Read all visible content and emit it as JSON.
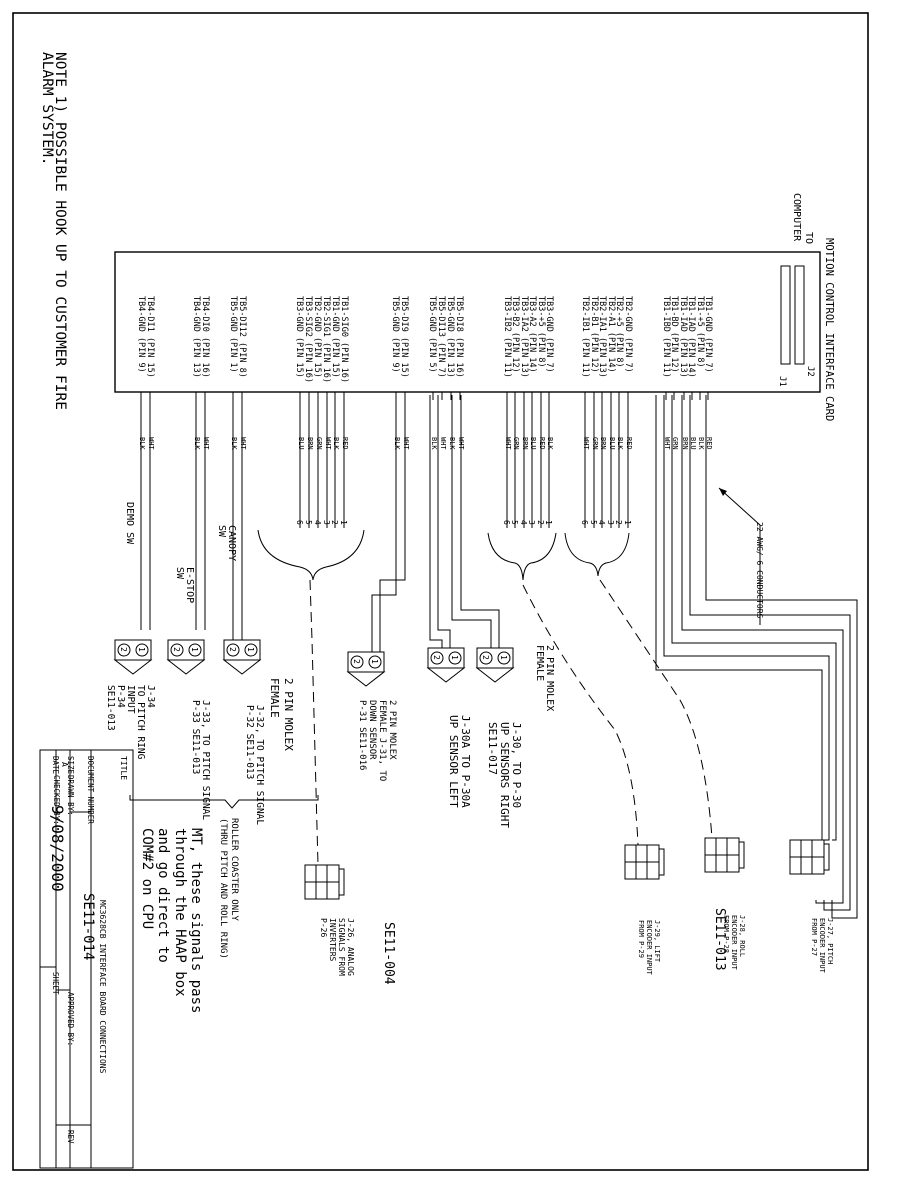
{
  "note": {
    "line1": "NOTE 1) POSSIBLE HOOK UP TO CUSTOMER FIRE",
    "line2": "ALARM SYSTEM."
  },
  "board": {
    "title": "MOTION CONTROL INTERFACE CARD",
    "to_computer_1": "TO",
    "to_computer_2": "COMPUTER",
    "j2": "J2",
    "j1": "J1"
  },
  "pins": [
    "TB1-GND (PIN 7)",
    "TB1-+5 (PIN 8)",
    "TB1-IAD (PIN 14)",
    "TB1-IAD (PIN 13)",
    "TB1-BD (PIN 12)",
    "TB1-IBD (PIN 11)",
    "TB2-GND (PIN 7)",
    "TB2-+5 (PIN 8)",
    "TB2-A1 (PIN 14)",
    "TB2-IA1 (PIN 13)",
    "TB2-B1 (PIN 12)",
    "TB2-IB1 (PIN 11)",
    "TB3-GND (PIN 7)",
    "TB3-+5 (PIN 8)",
    "TB3-A2 (PIN 14)",
    "TB3-IA2 (PIN 13)",
    "TB3-B2 (PIN 12)",
    "TB3-IB2 (PIN 11)",
    "TB5-DI8 (PIN 16)",
    "TB5-GND (PIN 13)",
    "TB5-DI13 (PIN 7)",
    "TB5-GND (PIN 5)",
    "TB5-DI9 (PIN 15)",
    "TB5-GND (PIN 9)",
    "TB1-SIG0 (PIN 16)",
    "TB1-GND (PIN 15)",
    "TB2-SIG1 (PIN 16)",
    "TB2-GND (PIN 15)",
    "TB3-SIG2 (PIN 16)",
    "TB3-GND (PIN 15)",
    "TB5-DI12 (PIN 8)",
    "TB5-GND (PIN 1)",
    "TB4-DI0 (PIN 16)",
    "TB4-GND (PIN 13)",
    "TB4-DI1 (PIN 15)",
    "TB4-GND (PIN 9)"
  ],
  "wire_colors": [
    "RED",
    "BLK",
    "BLU",
    "BRN",
    "GRN",
    "WHT",
    "RED",
    "BLK",
    "BLU",
    "BRN",
    "GRN",
    "WHT",
    "BLK",
    "RED",
    "BLU",
    "BRN",
    "GRN",
    "WHT",
    "WHT",
    "BLK",
    "WHT",
    "BLK",
    "WHT",
    "BLK",
    "RED",
    "BLK",
    "WHT",
    "GRN",
    "BRN",
    "BLU",
    "WHT",
    "BLK",
    "WHT",
    "BLK",
    "WHT",
    "BLK"
  ],
  "cable_note": "22 AWG/ 6 CONDUCTORS",
  "labels": {
    "demo_sw": "DEMO SW",
    "estop_1": "E-STOP",
    "estop_2": "SW",
    "canopy_1": "CANOPY",
    "canopy_2": "SW",
    "molex_top_1": "2 PIN MOLEX",
    "molex_top_2": "FEMALE",
    "molex_left_1": "2 PIN MOLEX",
    "molex_left_2": "FEMALE"
  },
  "connectors": {
    "j30": [
      "J-30, TO P-30",
      "UP SENSORS RIGHT",
      "SE11-017"
    ],
    "j30a": [
      "J-30A TO P-30A",
      "UP SENSOR LEFT"
    ],
    "j31": [
      "2 PIN MOLEX",
      "FEMALE J-31, TO",
      "DOWN SENSOR",
      "P-31 SE11-016"
    ],
    "j32": [
      "J-32, TO PITCH SIGNAL",
      "P-32 SE11-013"
    ],
    "j33": [
      "J-33, TO PITCH SIGNAL",
      "P-33 SE11-013"
    ],
    "j34": [
      "J-34",
      "TO PITCH RING",
      "INPUT",
      "P-34",
      "SE11-013"
    ],
    "j27": [
      "J-27, PITCH",
      "ENCODER INPUT",
      "FROM P-27"
    ],
    "j28": [
      "J-28, ROLL",
      "ENCODER INPUT",
      "FROM P-28"
    ],
    "j29": [
      "J-29, LIFT",
      "ENCODER INPUT",
      "FROM P-29"
    ],
    "j26": [
      "J-26, ANALOG",
      "SIGNALS FROM",
      "INVERTERS",
      "P-26"
    ],
    "se11_013": "SE11-013",
    "se11_004": "SE11-004",
    "j_num": "J",
    "p_num": "1-6"
  },
  "roller_coaster": [
    "ROLLER COASTER ONLY",
    "(THRU PITCH AND ROLL RING)"
  ],
  "handwritten": [
    "MT, these signals pass",
    "through the HAAP box",
    "and go direct to",
    "COM#2 on CPU"
  ],
  "title_block": {
    "title_label": "TITLE",
    "title": "MC3628CB INTERFACE BOARD CONNECTIONS",
    "docnum_label": "DOCUMENT NUMBER",
    "docnum": "SE11-014",
    "size_label": "SIZE",
    "size": "A",
    "drawn_label": "DRAWN BY:",
    "checked_label": "CHECKED BY:",
    "approved_label": "APPROVED BY:",
    "date_label": "DATE",
    "date": "9/08/2000",
    "sheet_label": "SHEET",
    "rev_label": "REV"
  }
}
